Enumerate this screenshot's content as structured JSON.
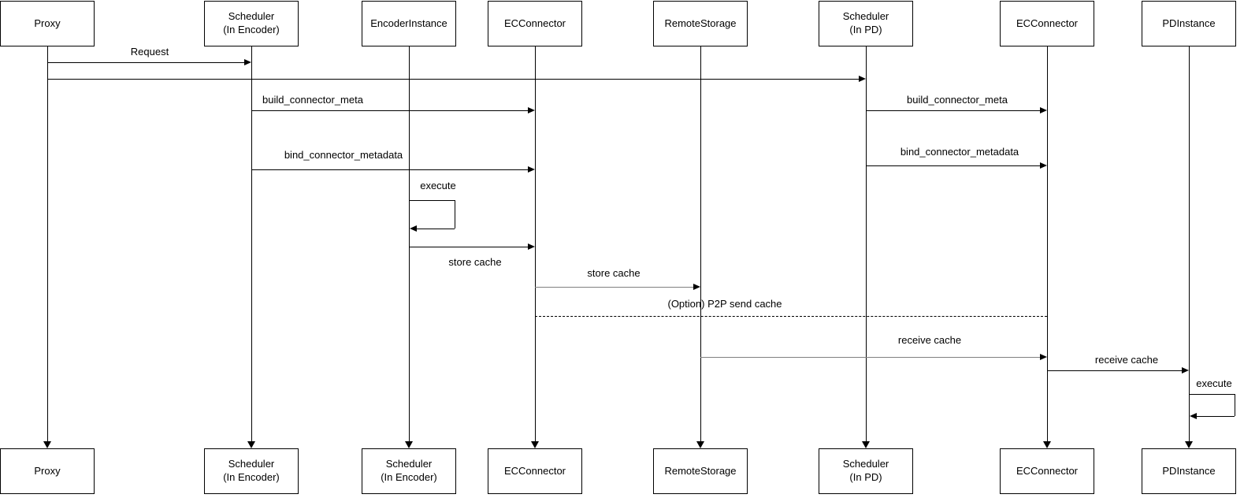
{
  "diagram": {
    "top_actors": [
      "Proxy",
      "Scheduler\n(In Encoder)",
      "EncoderInstance",
      "ECConnector",
      "RemoteStorage",
      "Scheduler\n(In PD)",
      "ECConnector",
      "PDInstance"
    ],
    "bottom_actors": [
      "Proxy",
      "Scheduler\n(In Encoder)",
      "Scheduler\n(In Encoder)",
      "ECConnector",
      "RemoteStorage",
      "Scheduler\n(In PD)",
      "ECConnector",
      "PDInstance"
    ],
    "messages": {
      "request": "Request",
      "build_connector_meta_left": "build_connector_meta",
      "bind_connector_metadata_left": "bind_connector_metadata",
      "execute_encoder": "execute",
      "store_cache_encoder_to_ec": "store cache",
      "store_cache_ec_to_remote": "store cache",
      "p2p_send_cache": "(Option) P2P send cache",
      "receive_cache_remote_to_ec": "receive cache",
      "build_connector_meta_right": "build_connector_meta",
      "bind_connector_metadata_right": "bind_connector_metadata",
      "receive_cache_ec_to_pd": "receive cache",
      "execute_pd": "execute"
    },
    "colors": {
      "line": "#000000",
      "gray_line": "#808080",
      "background": "#ffffff"
    }
  }
}
